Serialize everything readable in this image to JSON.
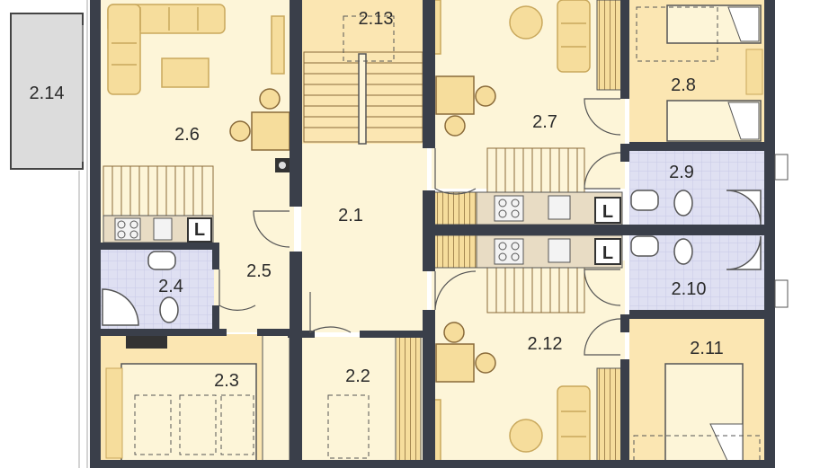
{
  "colors": {
    "wall": "#3a3f4a",
    "floor_light": "#fdf5d8",
    "floor_warm": "#fbe6b2",
    "floor_bath": "#dfe0f2",
    "furniture": "#f6dd9c",
    "furniture_line": "#c9a85c",
    "line": "#555555",
    "terrace": "#d9d9d9"
  },
  "rooms": {
    "r2_1": "2.1",
    "r2_2": "2.2",
    "r2_3": "2.3",
    "r2_4": "2.4",
    "r2_5": "2.5",
    "r2_6": "2.6",
    "r2_7": "2.7",
    "r2_8": "2.8",
    "r2_9": "2.9",
    "r2_10": "2.10",
    "r2_11": "2.11",
    "r2_12": "2.12",
    "r2_13": "2.13",
    "r2_14": "2.14"
  },
  "kitchen_marks": {
    "left": "L",
    "upper": "L",
    "lower": "L"
  }
}
